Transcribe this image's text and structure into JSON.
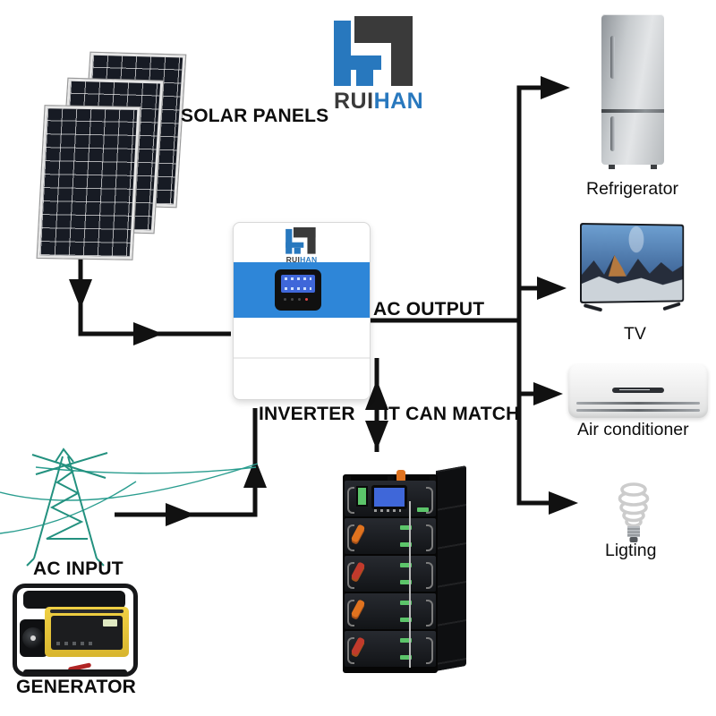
{
  "brand": {
    "name": "RUIHAN",
    "logo_rui": "RUI",
    "logo_han": "HAN"
  },
  "diagram": {
    "source_labels": {
      "solar_panels": "SOLAR PANELS",
      "ac_input": "AC INPUT",
      "generator": "GENERATOR"
    },
    "center_labels": {
      "inverter": "INVERTER",
      "ac_output": "AC OUTPUT",
      "it_can_match": "IT CAN MATCH"
    },
    "load_labels": {
      "refrigerator": "Refrigerator",
      "tv": "TV",
      "air_conditioner": "Air conditioner",
      "lighting": "Ligting"
    }
  },
  "colors": {
    "brand_blue": "#2878be",
    "brand_dark": "#3a3a3a",
    "inverter_blue": "#2e86d8",
    "lcd_blue": "#3f67d9",
    "pylon_teal": "#2a9d8f",
    "generator_yellow": "#e7c33c",
    "battery_green": "#5cc46a",
    "battery_orange": "#e0731f",
    "line_black": "#111111"
  }
}
